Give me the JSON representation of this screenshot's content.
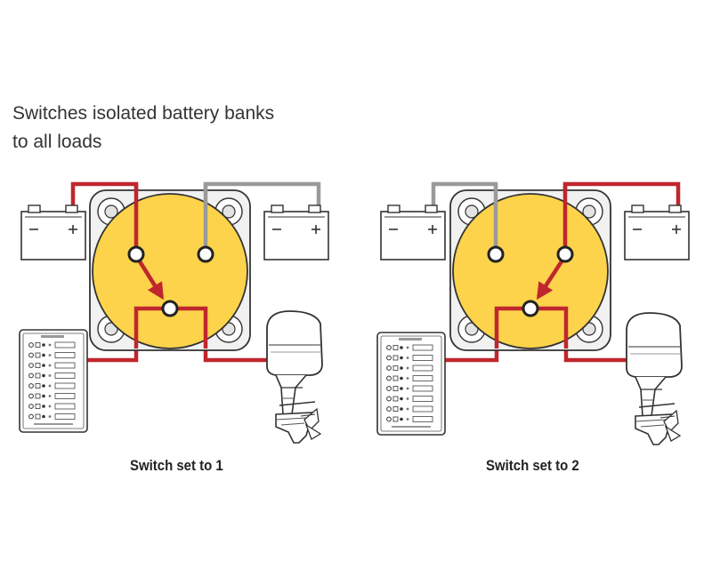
{
  "heading": {
    "line1": "Switches isolated battery banks",
    "line2": "to all loads"
  },
  "panels": [
    {
      "caption": "Switch set to 1",
      "selected_position": "1"
    },
    {
      "caption": "Switch set to 2",
      "selected_position": "2"
    }
  ],
  "colors": {
    "switch_face": "#fcd34b",
    "active_wire": "#c0262d",
    "inactive_wire": "#9a9a9a",
    "outline": "#333333",
    "switch_housing": "#f1f1f1"
  },
  "icons": [
    "battery-icon",
    "battery-switch-icon",
    "outboard-motor-icon",
    "breaker-panel-icon"
  ]
}
